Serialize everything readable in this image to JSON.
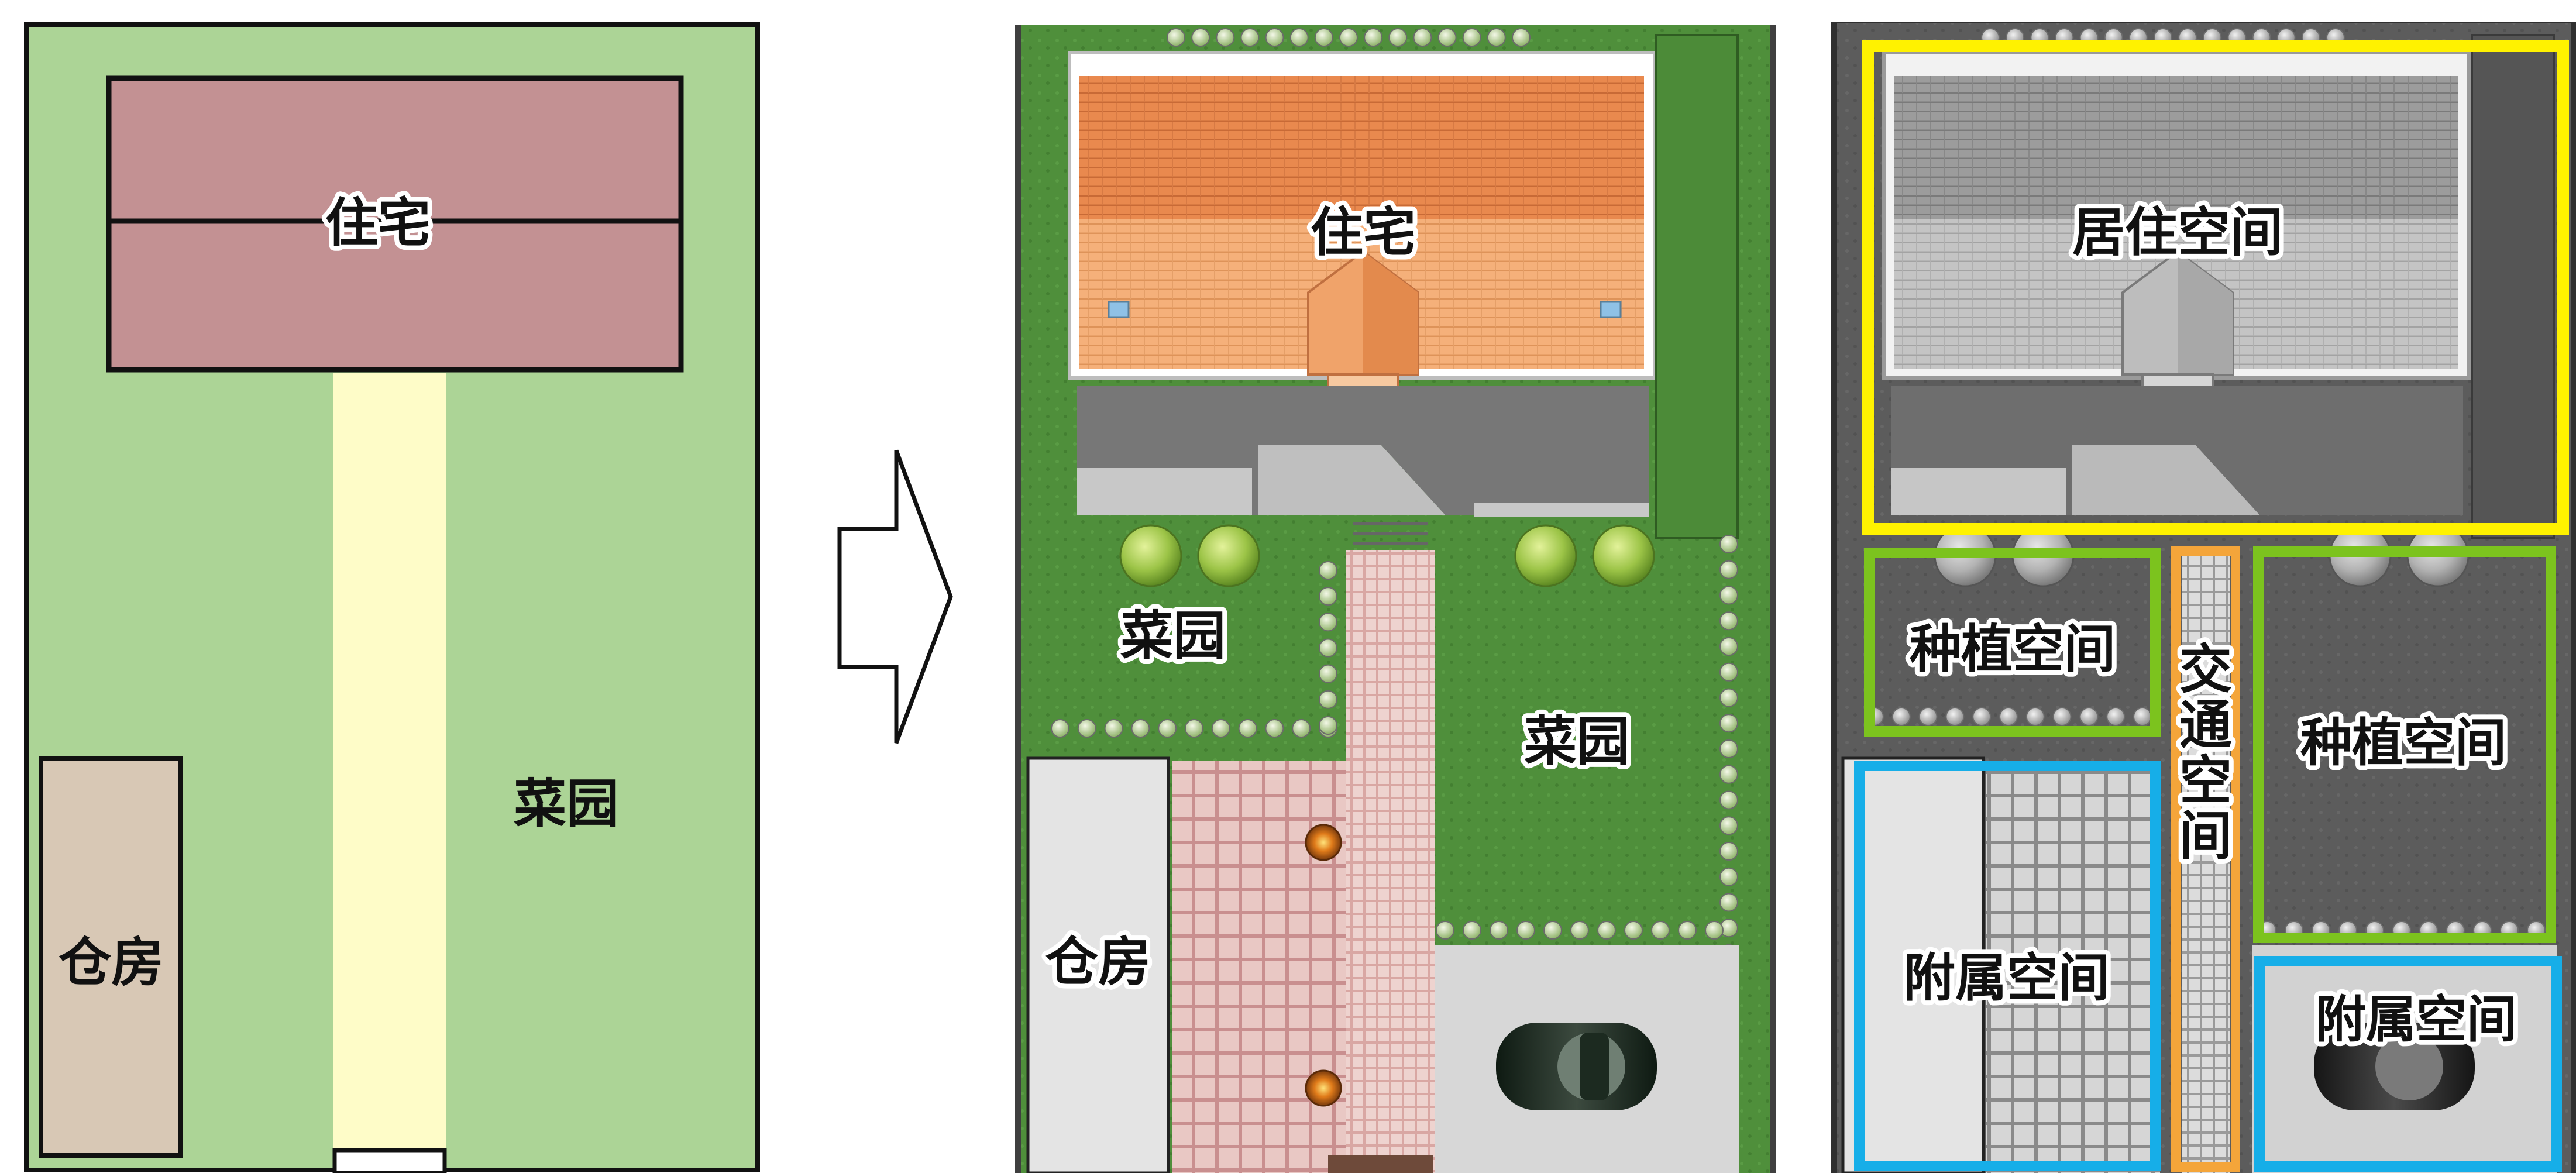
{
  "panels": {
    "schematic": {
      "house_label": "住宅",
      "garden_label": "菜园",
      "storage_label": "仓房"
    },
    "rendered": {
      "house_label": "住宅",
      "garden_left_label": "菜园",
      "garden_right_label": "菜园",
      "storage_label": "仓房"
    },
    "zoning": {
      "living_label": "居住空间",
      "planting_left_label": "种植空间",
      "planting_right_label": "种植空间",
      "traffic_label": "交通空间",
      "ancillary_left_label": "附属空间",
      "ancillary_right_label": "附属空间"
    }
  },
  "colors": {
    "lawn": "#acd496",
    "house": "#c39193",
    "path": "#fefcc8",
    "storage": "#d8c8b5",
    "living_zone": "#fff200",
    "planting_zone": "#7cc31e",
    "ancillary_zone": "#16aee8",
    "traffic_zone": "#f4a53a"
  }
}
